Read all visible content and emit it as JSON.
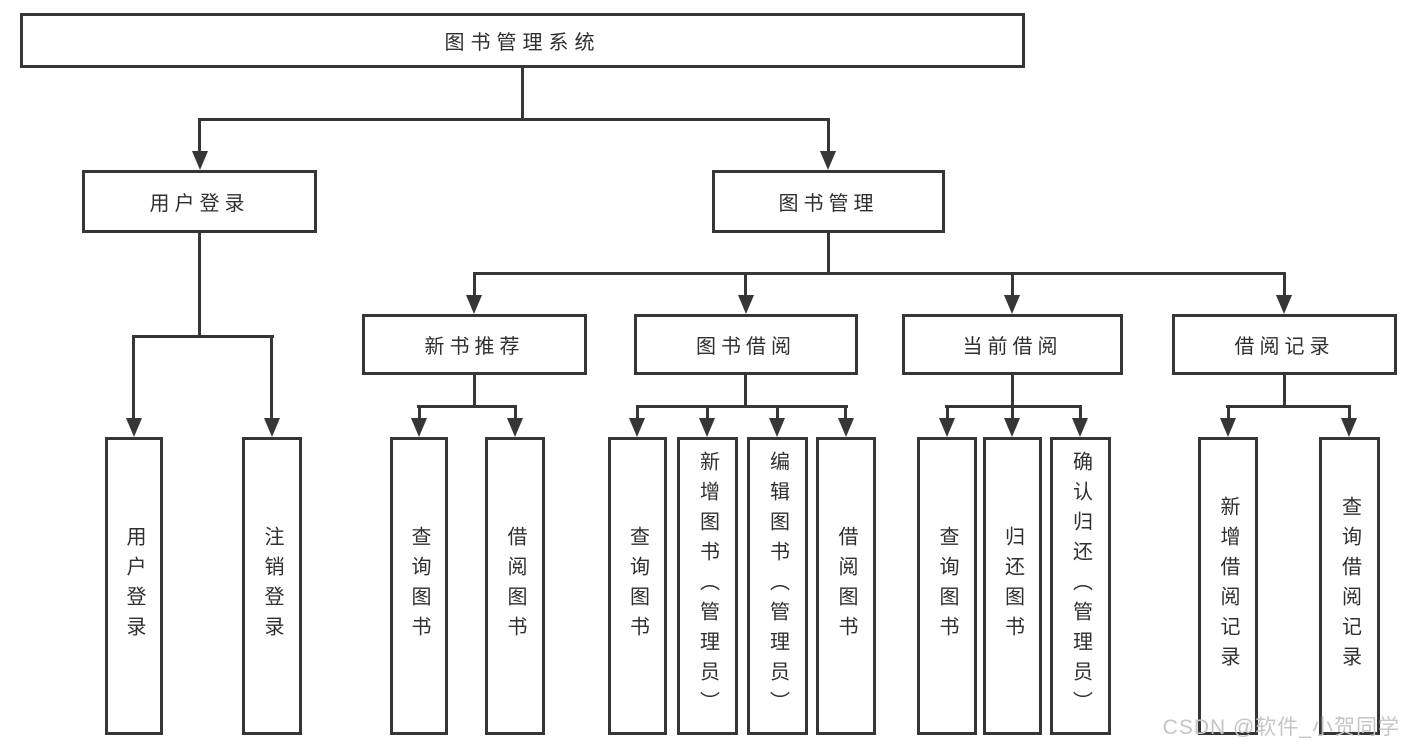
{
  "diagram": {
    "root": {
      "label": "图书管理系统"
    },
    "branches": [
      {
        "label": "用户登录",
        "children": [
          {
            "label": "用户登录"
          },
          {
            "label": "注销登录"
          }
        ]
      },
      {
        "label": "图书管理",
        "children": [
          {
            "label": "新书推荐",
            "children": [
              {
                "label": "查询图书"
              },
              {
                "label": "借阅图书"
              }
            ]
          },
          {
            "label": "图书借阅",
            "children": [
              {
                "label": "查询图书"
              },
              {
                "label": "新增图书（管理员）"
              },
              {
                "label": "编辑图书（管理员）"
              },
              {
                "label": "借阅图书"
              }
            ]
          },
          {
            "label": "当前借阅",
            "children": [
              {
                "label": "查询图书"
              },
              {
                "label": "归还图书"
              },
              {
                "label": "确认归还（管理员）"
              }
            ]
          },
          {
            "label": "借阅记录",
            "children": [
              {
                "label": "新增借阅记录"
              },
              {
                "label": "查询借阅记录"
              }
            ]
          }
        ]
      }
    ]
  },
  "watermark": {
    "text": "CSDN @软件_小贺同学"
  },
  "colors": {
    "line": "#363636",
    "text": "#2f2f2f",
    "watermark": "#c5c5c5",
    "background": "#ffffff"
  }
}
